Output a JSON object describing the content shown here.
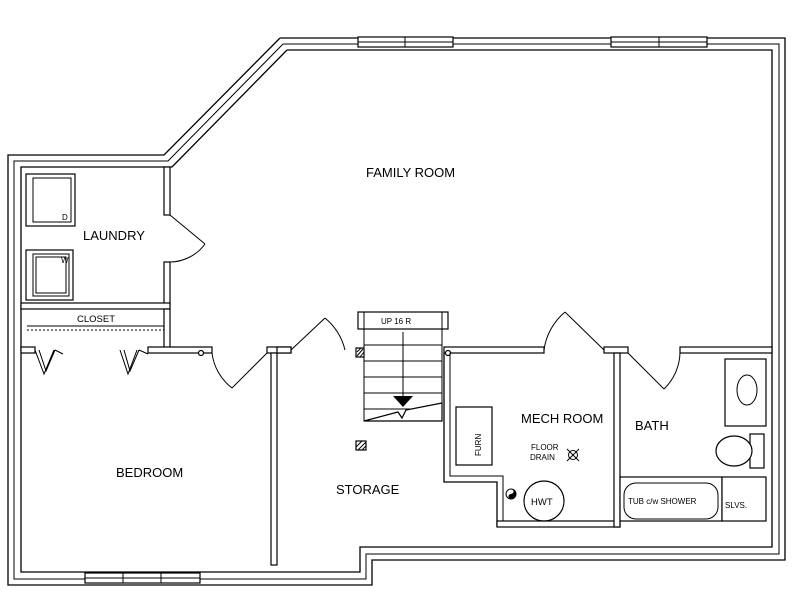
{
  "rooms": {
    "family_room": "FAMILY ROOM",
    "laundry": "LAUNDRY",
    "closet": "CLOSET",
    "bedroom": "BEDROOM",
    "storage": "STORAGE",
    "mech_room": "MECH ROOM",
    "bath": "BATH"
  },
  "fixtures": {
    "dryer": "D",
    "washer": "W",
    "stairs": "UP 16 R",
    "furnace": "FURN",
    "floor_drain_line1": "FLOOR",
    "floor_drain_line2": "DRAIN",
    "hot_water_tank": "HWT",
    "tub": "TUB c/w SHOWER",
    "sleeves": "SLVS."
  }
}
